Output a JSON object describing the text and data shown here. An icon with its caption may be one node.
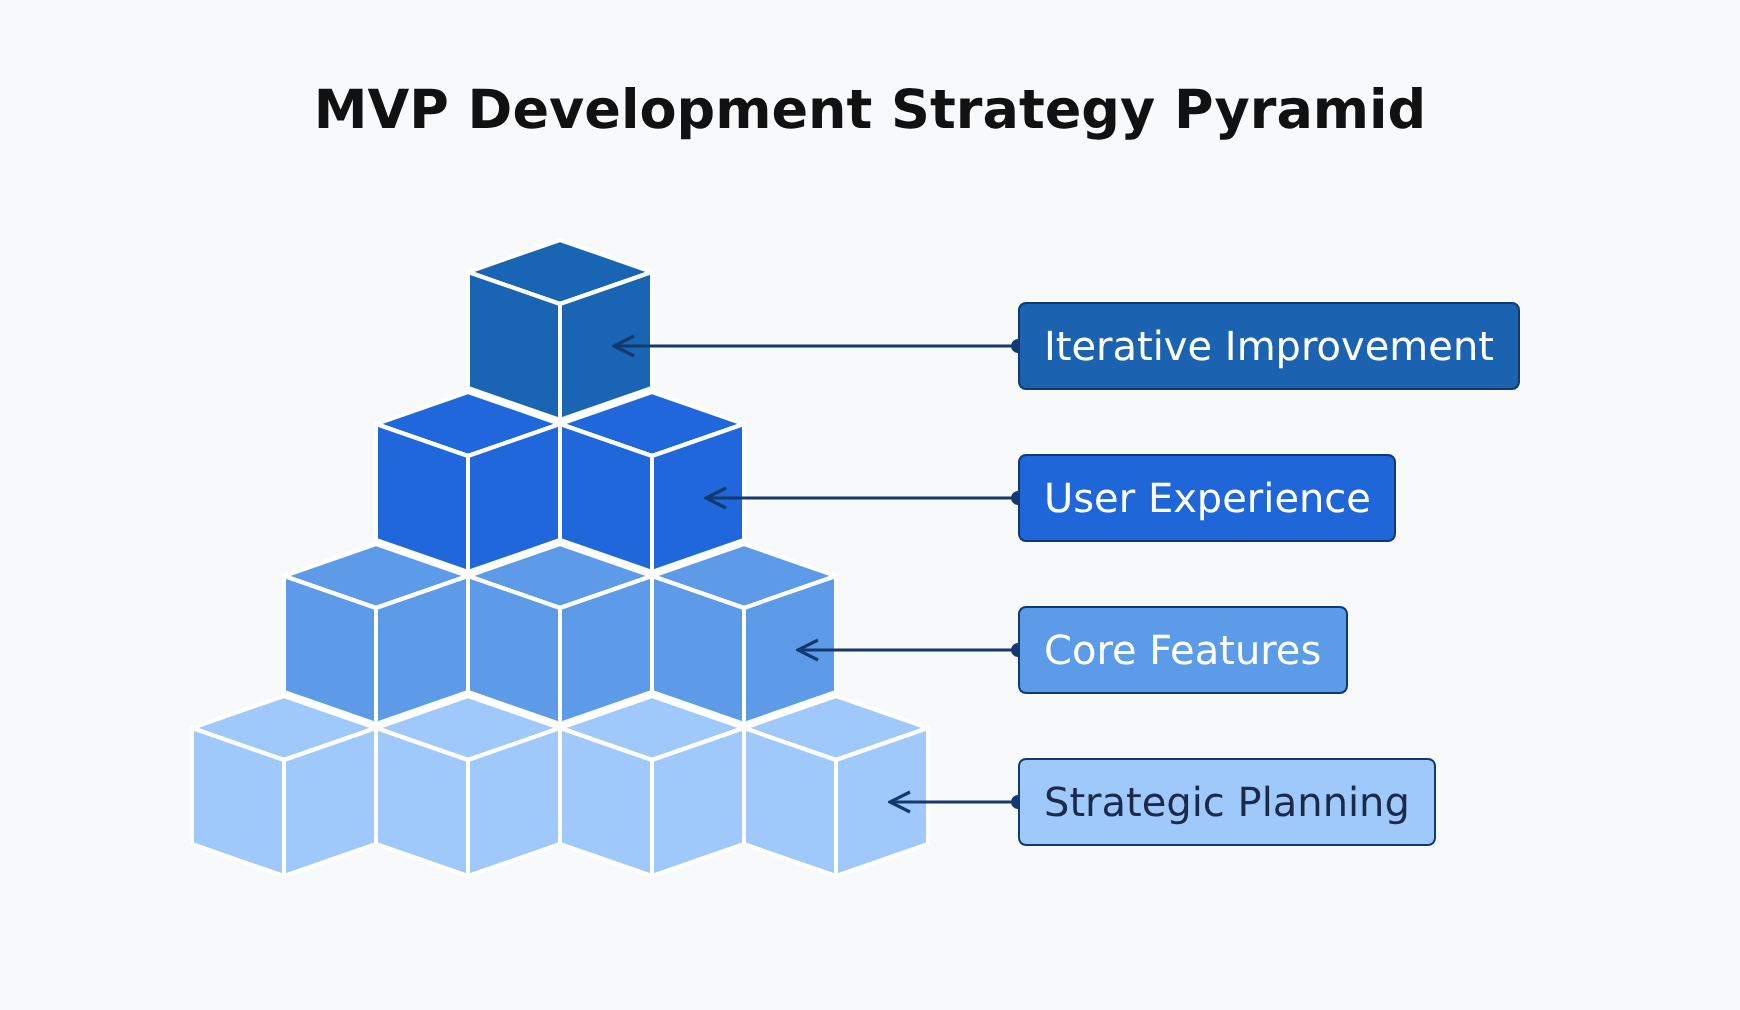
{
  "diagram": {
    "title": "MVP Development Strategy Pyramid",
    "nodes": [
      {
        "text": [],
        "shape": "cube"
      },
      {
        "text": [],
        "shape": "cube"
      },
      {
        "text": [],
        "shape": "cube"
      },
      {
        "text": [],
        "shape": "cube"
      },
      {
        "text": [],
        "shape": "cube"
      },
      {
        "text": [],
        "shape": "cube"
      },
      {
        "text": [],
        "shape": "cube"
      },
      {
        "text": [],
        "shape": "cube"
      },
      {
        "text": [],
        "shape": "cube"
      },
      {
        "text": [],
        "shape": "cube"
      },
      {
        "text": [
          "Iterative Improvement"
        ]
      },
      {
        "text": [
          "User Experience"
        ]
      },
      {
        "text": [
          "Core Features"
        ]
      },
      {
        "text": [
          "Strategic Planning"
        ]
      }
    ],
    "edges": [
      {
        "from": 10,
        "to": 0,
        "arrow": "to"
      },
      {
        "from": 11,
        "to": 2,
        "arrow": "to"
      },
      {
        "from": 12,
        "to": 5,
        "arrow": "to"
      },
      {
        "from": 13,
        "to": 9,
        "arrow": "to"
      }
    ]
  }
}
